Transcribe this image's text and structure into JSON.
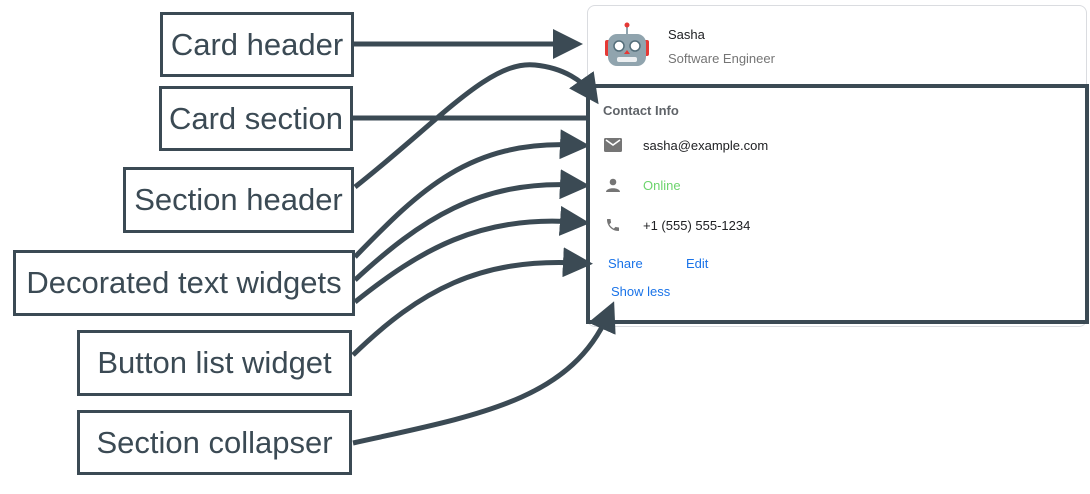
{
  "annotations": {
    "card_header": "Card header",
    "card_section": "Card section",
    "section_header": "Section header",
    "decorated_text": "Decorated text widgets",
    "button_list": "Button list widget",
    "section_collapser": "Section collapser"
  },
  "card": {
    "header": {
      "avatar_icon": "robot-icon",
      "title": "Sasha",
      "subtitle": "Software Engineer"
    },
    "section": {
      "header": "Contact Info",
      "items": [
        {
          "icon": "email-icon",
          "text": "sasha@example.com",
          "color": "#202124"
        },
        {
          "icon": "person-icon",
          "text": "Online",
          "color": "#6dd46d"
        },
        {
          "icon": "phone-icon",
          "text": "+1 (555) 555-1234",
          "color": "#202124"
        }
      ],
      "buttons": [
        "Share",
        "Edit"
      ],
      "collapse_label": "Show less"
    }
  },
  "colors": {
    "annotation": "#3b4a54",
    "link": "#1a73e8",
    "online": "#6dd46d"
  }
}
